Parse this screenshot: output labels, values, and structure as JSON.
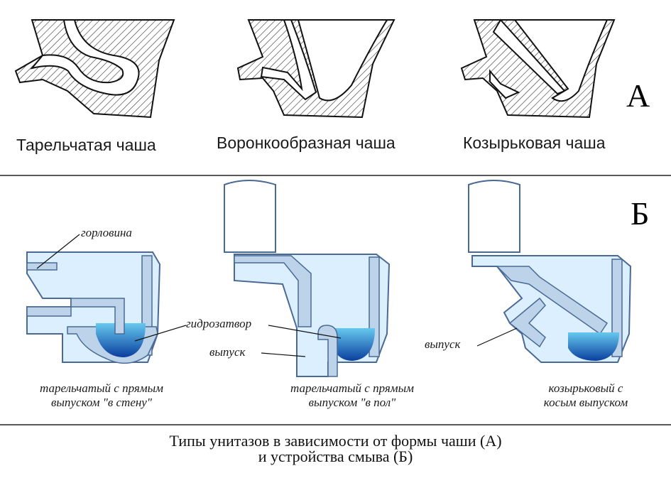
{
  "section_a": {
    "letter": "А",
    "captions": [
      "Тарельчатая чаша",
      "Воронкообразная чаша",
      "Козырьковая чаша"
    ]
  },
  "section_b": {
    "letter": "Б",
    "labels": {
      "neck": "горловина",
      "water_seal": "гидрозатвор",
      "outlet_1": "выпуск",
      "outlet_2": "выпуск"
    },
    "captions": [
      {
        "line1": "тарельчатый с прямым",
        "line2": "выпуском \"в стену\""
      },
      {
        "line1": "тарельчатый с прямым",
        "line2": "выпуском \"в пол\""
      },
      {
        "line1": "козырьковый с",
        "line2": "косым выпуском"
      }
    ]
  },
  "footer": {
    "line1": "Типы унитазов в зависимости от формы чаши (А)",
    "line2": "и устройства смыва (Б)"
  },
  "colors": {
    "water_light": "#66c8ee",
    "water_dark": "#0a3f9e",
    "body_fill": "#dcefff",
    "wall_fill": "#bcd3ea",
    "outline": "#4a6a95",
    "hatch": "#333333"
  }
}
